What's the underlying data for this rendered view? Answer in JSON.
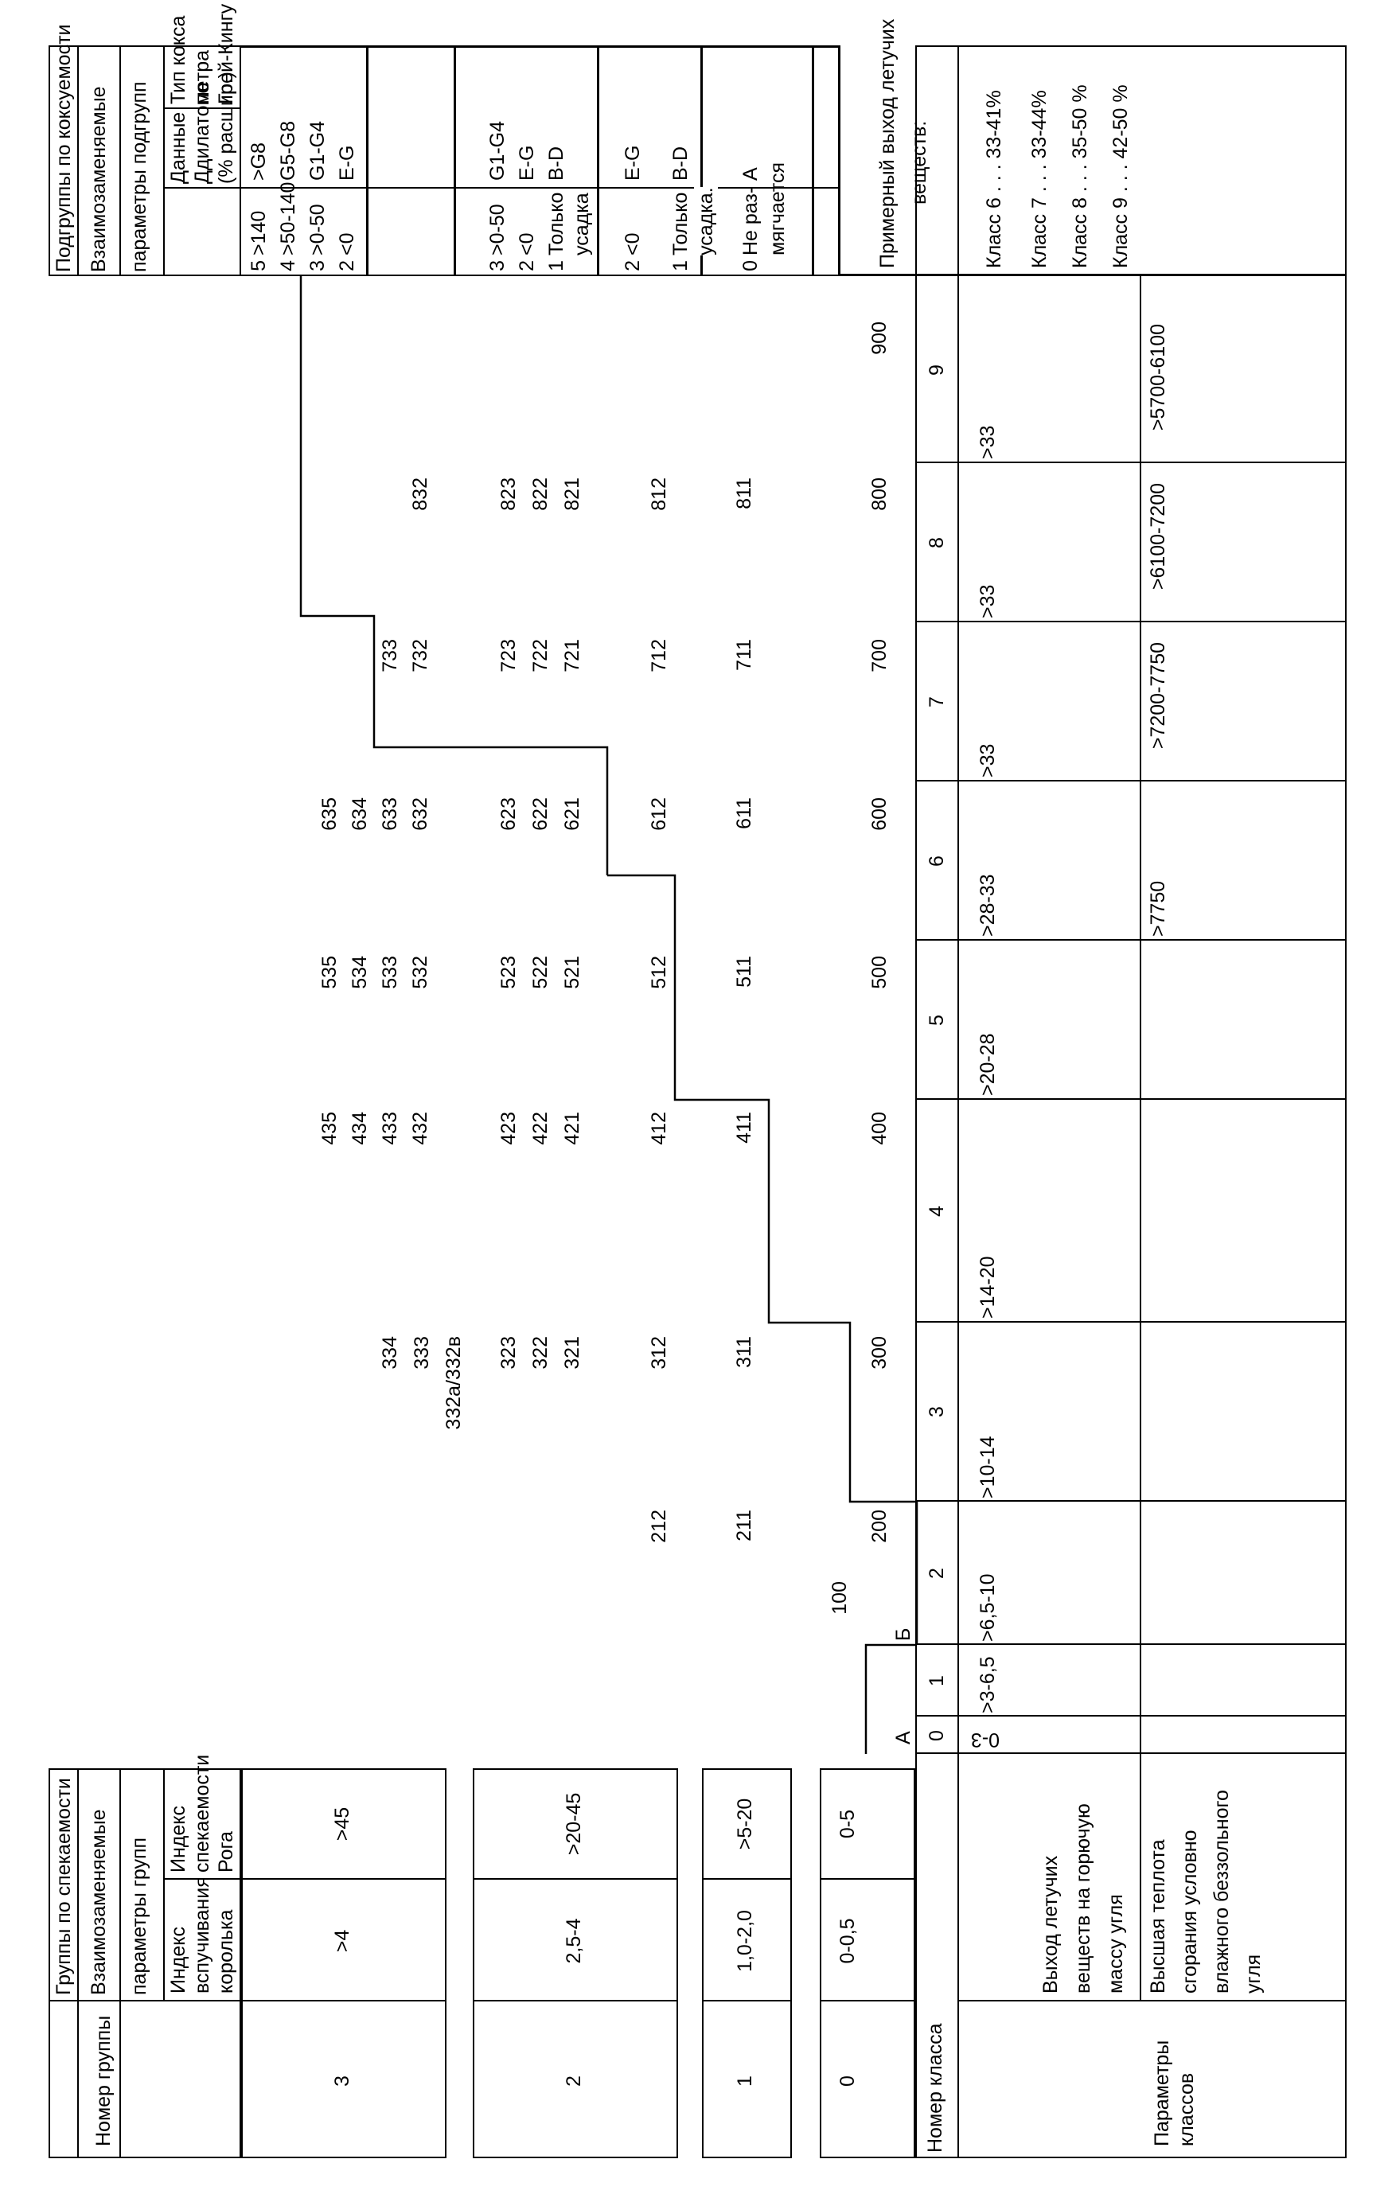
{
  "left_table": {
    "header_title": "Номер группы",
    "groups_title": "Группы по спекаемости",
    "params_title_1": "Взаимозаменяемые",
    "params_title_2": "параметры групп",
    "col1_header": [
      "Индекс",
      "вспучивания",
      "королька"
    ],
    "col2_header": [
      "Индекс",
      "спекаемости",
      "Рога"
    ],
    "rows": [
      {
        "group": "3",
        "swelling": ">4",
        "roga": ">45"
      },
      {
        "group": "2",
        "swelling": "2,5-4",
        "roga": ">20-45"
      },
      {
        "group": "1",
        "swelling": "1,0-2,0",
        "roga": ">5-20"
      },
      {
        "group": "0",
        "swelling": "0-0,5",
        "roga": "0-5"
      }
    ]
  },
  "codes": {
    "group3": {
      "c3": [
        "334",
        "333",
        "332a/332в"
      ],
      "c4": [
        "435",
        "434",
        "433",
        "432"
      ],
      "c5": [
        "535",
        "534",
        "533",
        "532"
      ],
      "c6": [
        "635",
        "634",
        "633",
        "632"
      ],
      "c7": [
        "733",
        "732"
      ],
      "c8": [
        "832"
      ]
    },
    "group2": {
      "c3": [
        "323",
        "322",
        "321"
      ],
      "c4": [
        "423",
        "422",
        "421"
      ],
      "c5": [
        "523",
        "522",
        "521"
      ],
      "c6": [
        "623",
        "622",
        "621"
      ],
      "c7": [
        "723",
        "722",
        "721"
      ],
      "c8": [
        "823",
        "822",
        "821"
      ]
    },
    "group1": {
      "r2": [
        "212",
        "312",
        "412",
        "512",
        "612",
        "712",
        "812"
      ],
      "r1": [
        "211",
        "311",
        "411",
        "511",
        "611",
        "711",
        "811"
      ]
    },
    "group0": {
      "c1": "100",
      "r0": [
        "200",
        "300",
        "400",
        "500",
        "600",
        "700",
        "800",
        "900"
      ],
      "label_a": "А",
      "label_b": "Б"
    }
  },
  "right_table": {
    "coking_title": "Подгруппы по коксуемости",
    "params_title_1": "Взаимозаменяемые",
    "params_title_2": "параметры подгрупп",
    "dil_header": [
      "Данные",
      "Ддилатометра",
      "(% расшир.)"
    ],
    "gk_header": [
      "Тип кокса",
      "по",
      "Грей-Кингу"
    ],
    "group3": [
      {
        "n": "5",
        "dil": ">140",
        "gk": ">G8"
      },
      {
        "n": "4",
        "dil": ">50-140",
        "gk": "G5-G8"
      },
      {
        "n": "3",
        "dil": ">0-50",
        "gk": "G1-G4"
      },
      {
        "n": "2",
        "dil": "<0",
        "gk": "E-G"
      }
    ],
    "group2": [
      {
        "n": "3",
        "dil": ">0-50",
        "gk": "G1-G4"
      },
      {
        "n": "2",
        "dil": "<0",
        "gk": "E-G"
      },
      {
        "n": "1",
        "dil": "Только",
        "gk": "B-D"
      },
      {
        "n": "",
        "dil": "усадка",
        "gk": ""
      }
    ],
    "group1": [
      {
        "n": "2",
        "dil": "<0",
        "gk": "E-G"
      },
      {
        "n": "1",
        "dil": "Только",
        "gk": "B-D"
      },
      {
        "n": "",
        "dil": "усадка.",
        "gk": ""
      }
    ],
    "group0": [
      {
        "n": "0",
        "dil": "Не раз-",
        "gk": "A"
      },
      {
        "n": "",
        "dil": "мягчается",
        "gk": ""
      }
    ]
  },
  "bottom": {
    "class_label": "Номер класса",
    "params_label_1": "Параметры",
    "params_label_2": "классов",
    "volatile_label": [
      "Выход летучих",
      "веществ на горючую",
      "массу угля"
    ],
    "heat_label": [
      "Высшая теплота",
      "сгорания условно",
      "влажного беззольного",
      "угля"
    ],
    "classes": [
      "0",
      "1",
      "2",
      "3",
      "4",
      "5",
      "6",
      "7",
      "8",
      "9"
    ],
    "volatile": [
      "0-3",
      ">3-6,5",
      ">6,5-10",
      ">10-14",
      ">14-20",
      ">20-28",
      ">28-33",
      ">33",
      ">33",
      ">33"
    ],
    "heat": [
      "",
      "",
      "",
      "",
      "",
      "",
      ">7750",
      ">7200-7750",
      ">6100-7200",
      ">5700-6100"
    ],
    "approx_title": "Примерный выход летучих",
    "approx_sub": "веществ:",
    "approx_items": [
      "Класс 6 . . . 33-41%",
      "Класс 7 . . . 33-44%",
      "Класс 8 . . . 35-50 %",
      "Класс 9 . . . 42-50 %"
    ]
  }
}
